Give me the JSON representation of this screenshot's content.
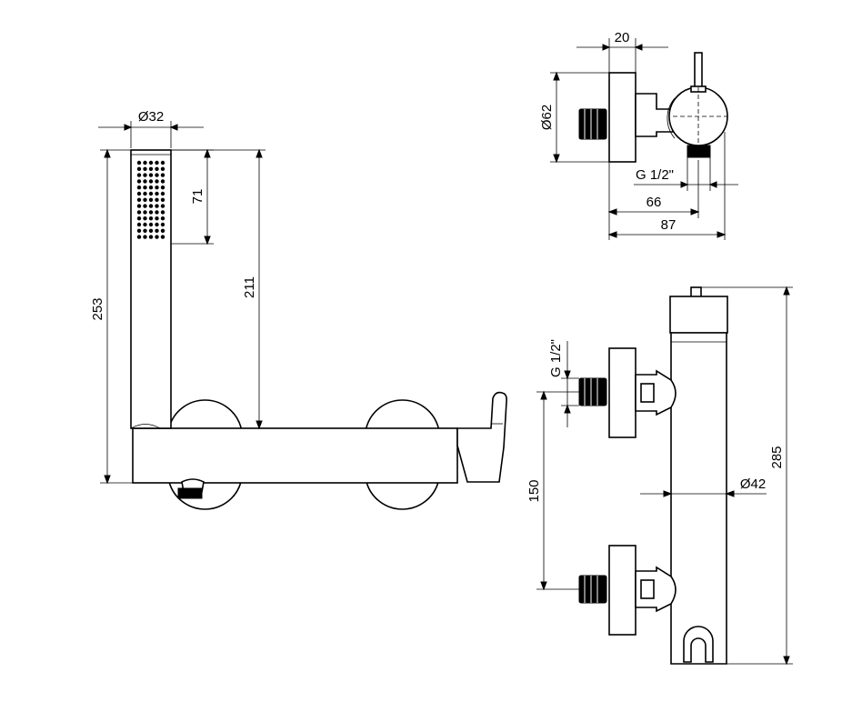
{
  "dimensions": {
    "hand_shower_diameter": "Ø32",
    "hand_shower_spray_height": "71",
    "hand_shower_length": "211",
    "total_height": "253",
    "wall_flange_width": "20",
    "wall_flange_diameter": "Ø62",
    "thread_side": "G 1/2\"",
    "depth_66": "66",
    "depth_87": "87",
    "thread_front": "G 1/2\"",
    "connection_spacing": "150",
    "body_diameter": "Ø42",
    "body_height": "285"
  }
}
